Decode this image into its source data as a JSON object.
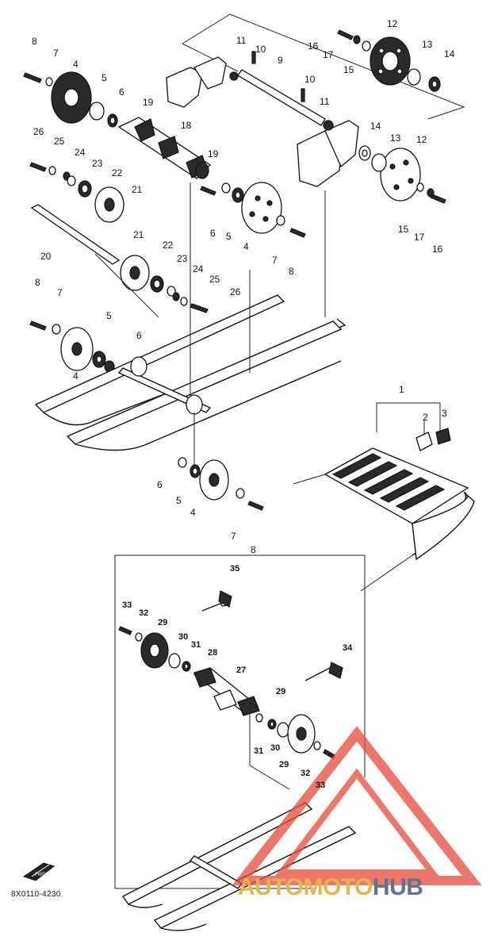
{
  "labels": [
    "1",
    "2",
    "3",
    "4",
    "5",
    "6",
    "7",
    "8",
    "9",
    "10",
    "11",
    "12",
    "13",
    "14",
    "15",
    "16",
    "17",
    "18",
    "19",
    "20",
    "21",
    "22",
    "23",
    "24",
    "25",
    "26",
    "27",
    "28",
    "29",
    "30",
    "31",
    "32",
    "33",
    "34",
    "35"
  ],
  "diagram_code": "8X0110-4230",
  "front_icon_label": "FWD",
  "watermark": {
    "text_part1": "AUTOMOTO",
    "text_part2": "HUB"
  },
  "colors": {
    "watermark_triangle": "#e84a3a",
    "watermark_text1": "#e9b44f",
    "watermark_text2": "#5b7396"
  }
}
